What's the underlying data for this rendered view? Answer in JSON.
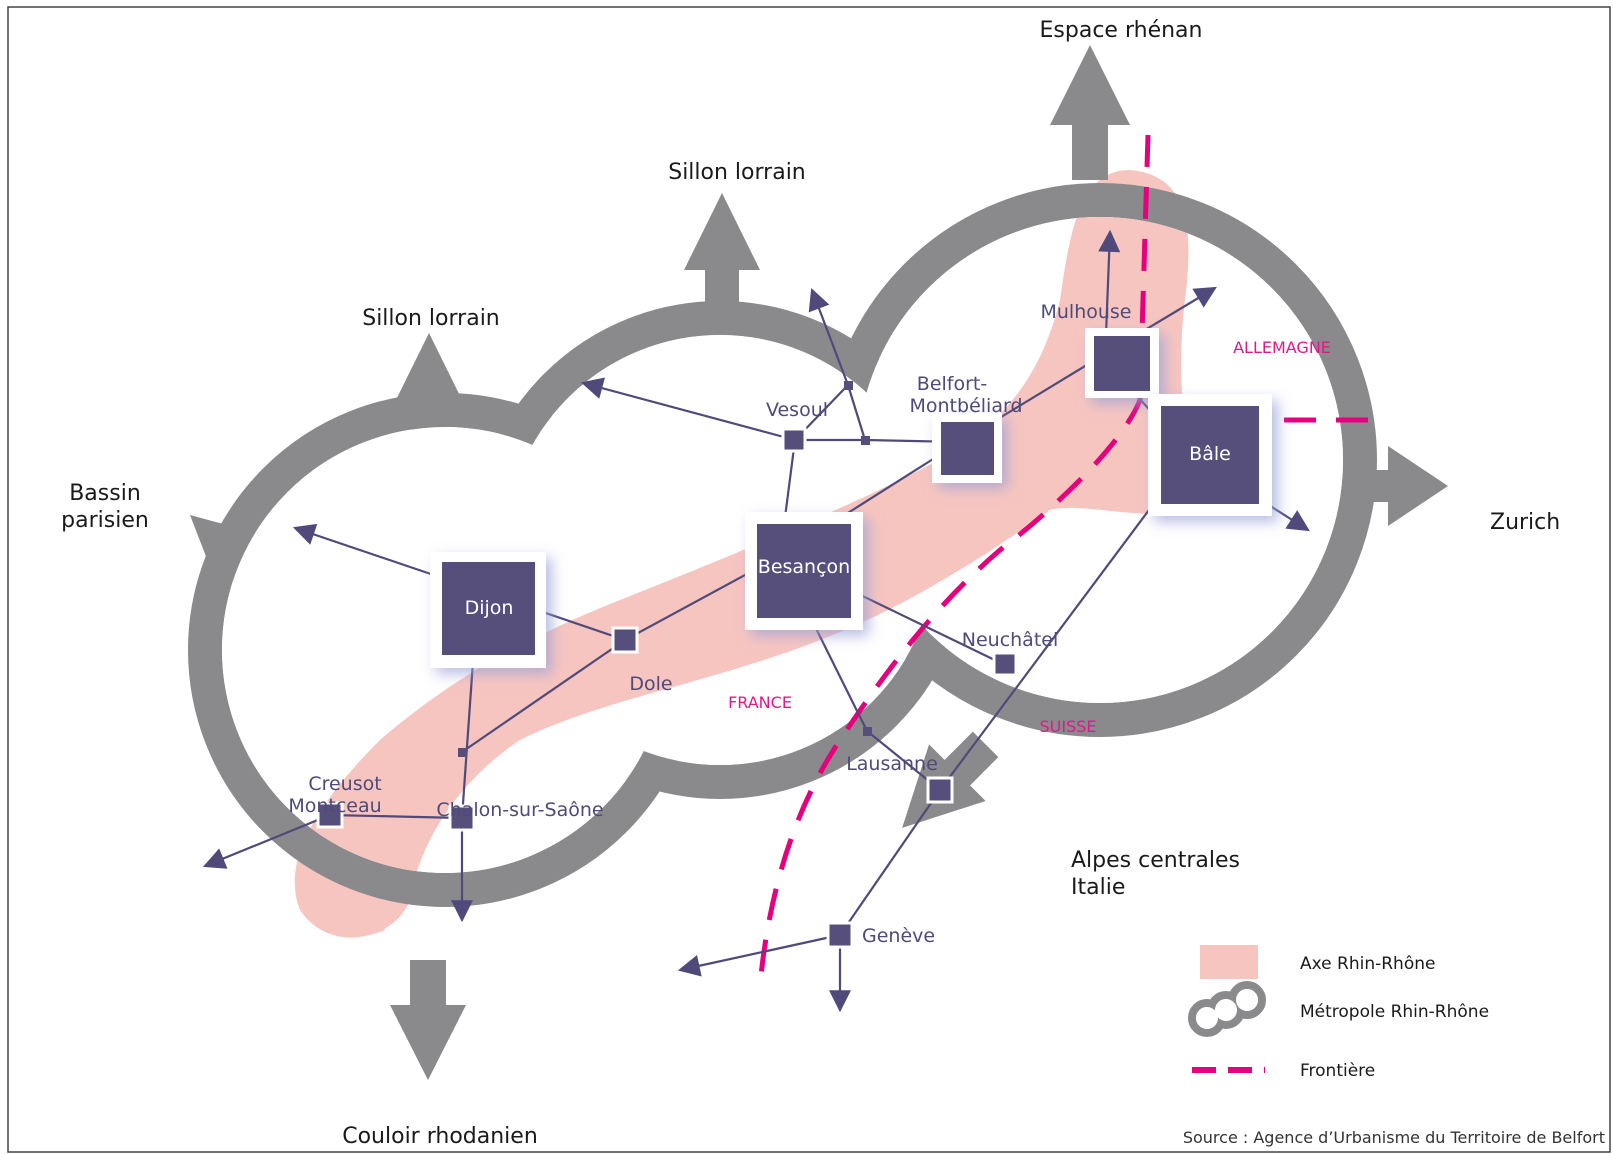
{
  "regions": {
    "espace_rhenan": "Espace rhénan",
    "sillon_lorrain_upper": "Sillon lorrain",
    "sillon_lorrain_left": "Sillon lorrain",
    "bassin_parisien_line1": "Bassin",
    "bassin_parisien_line2": "parisien",
    "couloir_rhodanien": "Couloir rhodanien",
    "zurich": "Zurich",
    "alpes_line1": "Alpes centrales",
    "alpes_line2": "Italie"
  },
  "countries": {
    "allemagne": "ALLEMAGNE",
    "france": "FRANCE",
    "suisse": "SUISSE"
  },
  "cities": {
    "dijon": "Dijon",
    "besancon": "Besançon",
    "bale": "Bâle",
    "mulhouse": "Mulhouse",
    "belfort_line1": "Belfort-",
    "belfort_line2": "Montbéliard",
    "vesoul": "Vesoul",
    "dole": "Dole",
    "neuchatel": "Neuchâtel",
    "lausanne": "Lausanne",
    "geneve": "Genève",
    "creusot_line1": "Creusot",
    "creusot_line2": "Montceau",
    "chalon": "Chalon-sur-Saône"
  },
  "legend": {
    "axe": "Axe Rhin-Rhône",
    "metropole": "Métropole Rhin-Rhône",
    "frontiere": "Frontière"
  },
  "source": "Source : Agence d’Urbanisme du Territoire de Belfort",
  "colors": {
    "axis_band": "#f7c5c0",
    "ring": "#8a8a8d",
    "city": "#564f7b",
    "border": "#e6007e",
    "link": "#4f4a7a"
  }
}
